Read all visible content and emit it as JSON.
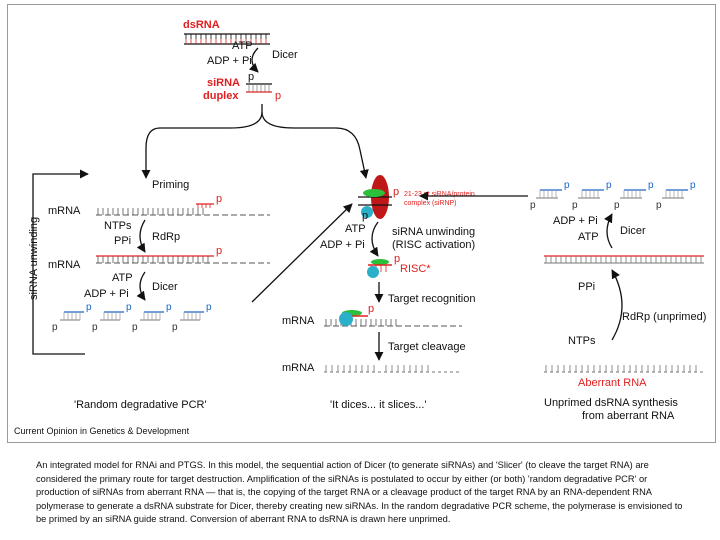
{
  "diagram": {
    "top": {
      "dsrna": "dsRNA",
      "atp": "ATP",
      "adp_pi": "ADP + Pi",
      "dicer": "Dicer",
      "sirna_duplex_line1": "siRNA",
      "sirna_duplex_line2": "duplex",
      "p": "p"
    },
    "center": {
      "sirnp_line1": "21-23 nt siRNA/protein",
      "sirnp_line2": "complex (siRNP)",
      "atp": "ATP",
      "adp_pi": "ADP + Pi",
      "unwinding_line1": "siRNA unwinding",
      "unwinding_line2": "(RISC activation)",
      "risc": "RISC*",
      "target_recognition": "Target recognition",
      "mrna": "mRNA",
      "target_cleavage": "Target cleavage",
      "mrna2": "mRNA",
      "title": "'It dices... it slices...'"
    },
    "left": {
      "vertical": "siRNA unwinding",
      "priming": "Priming",
      "mrna1": "mRNA",
      "ntps": "NTPs",
      "ppi": "PPi",
      "rdrp": "RdRp",
      "mrna2": "mRNA",
      "atp": "ATP",
      "adp_pi": "ADP + Pi",
      "dicer": "Dicer",
      "title": "'Random degradative PCR'"
    },
    "right": {
      "adp_pi": "ADP + Pi",
      "atp": "ATP",
      "dicer": "Dicer",
      "ppi": "PPi",
      "rdrp_unprimed": "RdRp (unprimed)",
      "ntps": "NTPs",
      "aberrant": "Aberrant RNA",
      "title_line1": "Unprimed dsRNA synthesis",
      "title_line2": "from aberrant RNA"
    },
    "footer": "Current Opinion in Genetics & Development",
    "colors": {
      "red": "#e02020",
      "blue": "#1a66c8",
      "green": "#2bbf3a",
      "cyan": "#2ab0c8",
      "dark_red": "#c01818"
    }
  },
  "caption": "An integrated model for RNAi and PTGS. In this model, the sequential action of Dicer (to generate siRNAs) and 'Slicer' (to cleave the target RNA) are considered the primary route for target destruction. Amplification of the siRNAs is postulated to occur by either (or both) 'random degradative PCR' or production of siRNAs from aberrant RNA — that is, the copying of the target RNA or a cleavage product of the target RNA by an RNA-dependent RNA polymerase to generate a dsRNA substrate for Dicer, thereby creating new siRNAs. In the random degradative PCR scheme, the polymerase is envisioned to be primed by an siRNA guide strand. Conversion of aberrant RNA to dsRNA is drawn here unprimed."
}
